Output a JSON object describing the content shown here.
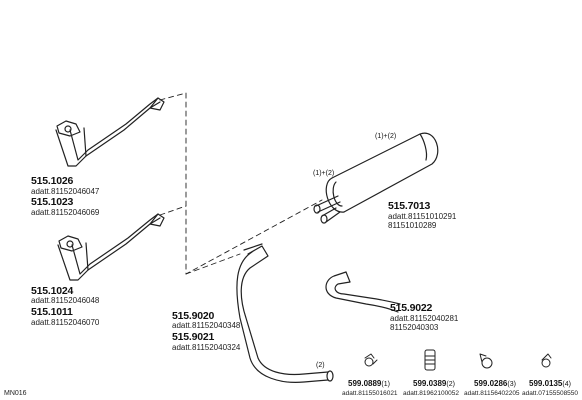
{
  "parts": {
    "p1026": {
      "code": "515.1026",
      "ref": "adatt.81152046047"
    },
    "p1023": {
      "code": "515.1023",
      "ref": "adatt.81152046069"
    },
    "p1024": {
      "code": "515.1024",
      "ref": "adatt.81152046048"
    },
    "p1011": {
      "code": "515.1011",
      "ref": "adatt.81152046070"
    },
    "p7013": {
      "code": "515.7013",
      "ref": "adatt.81151010291",
      "ref2": "81151010289"
    },
    "p9020": {
      "code": "515.9020",
      "ref": "adatt.81152040348"
    },
    "p9021": {
      "code": "515.9021",
      "ref": "adatt.81152040324"
    },
    "p9022": {
      "code": "515.9022",
      "ref": "adatt.81152040281",
      "ref2": "81152040303"
    }
  },
  "small_parts": [
    {
      "code": "599.0889",
      "qty": "(1)",
      "ref": "adatt.81155016021"
    },
    {
      "code": "599.0389",
      "qty": "(2)",
      "ref": "adatt.81962100052"
    },
    {
      "code": "599.0286",
      "qty": "(3)",
      "ref": "adatt.81156402205"
    },
    {
      "code": "599.0135",
      "qty": "(4)",
      "ref": "adatt.07155508550"
    }
  ],
  "notes": {
    "muffler_top": "(1)+(2)",
    "muffler_side": "(1)+(2)",
    "pipe_end": "(2)"
  },
  "footer": {
    "code": "MN016"
  }
}
